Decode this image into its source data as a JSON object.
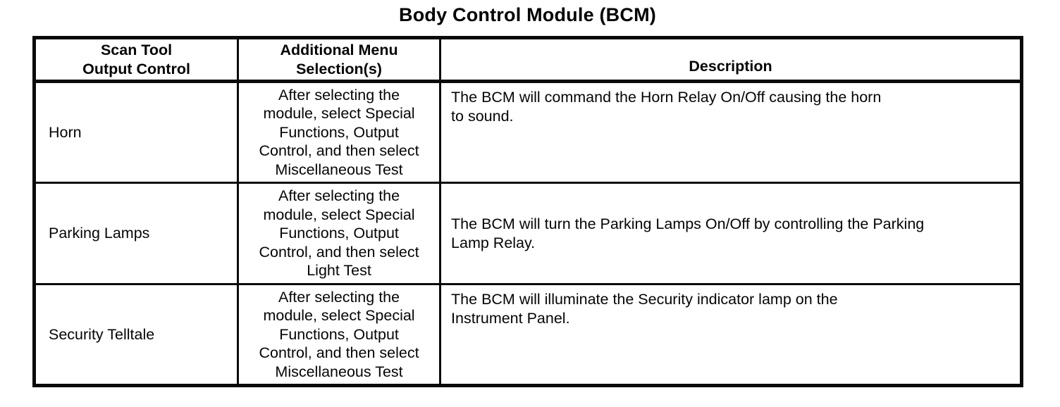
{
  "title": "Body Control Module (BCM)",
  "table": {
    "headers": [
      "Scan Tool\nOutput Control",
      "Additional Menu\nSelection(s)",
      "Description"
    ],
    "rows": [
      {
        "output_control": "Horn",
        "menu_selection": "After selecting the\nmodule, select Special\nFunctions, Output\nControl, and then select\nMiscellaneous Test",
        "description": "The BCM will command the Horn Relay On/Off causing the horn\nto sound."
      },
      {
        "output_control": "Parking Lamps",
        "menu_selection": "After selecting the\nmodule, select Special\nFunctions, Output\nControl, and then select\nLight Test",
        "description": "The BCM will turn the Parking Lamps On/Off by controlling the Parking\nLamp Relay."
      },
      {
        "output_control": "Security Telltale",
        "menu_selection": "After selecting the\nmodule, select Special\nFunctions, Output\nControl, and then select\nMiscellaneous Test",
        "description": "The BCM will illuminate the Security indicator lamp on the\nInstrument Panel."
      }
    ]
  },
  "colors": {
    "ink": "#0a0a0a",
    "paper": "#ffffff"
  }
}
